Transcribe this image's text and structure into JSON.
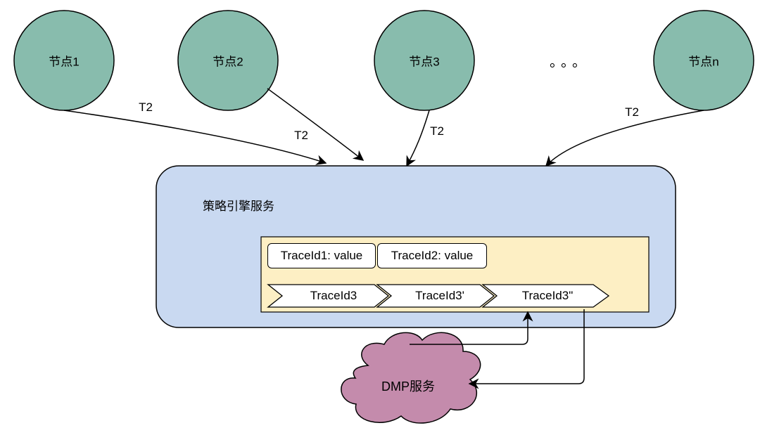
{
  "nodes": [
    {
      "id": "node1",
      "label": "节点1"
    },
    {
      "id": "node2",
      "label": "节点2"
    },
    {
      "id": "node3",
      "label": "节点3"
    },
    {
      "id": "noden",
      "label": "节点n"
    }
  ],
  "ellipsis": "。。。",
  "edge_labels": [
    "T2",
    "T2",
    "T2",
    "T2"
  ],
  "service": {
    "title": "策略引擎服务",
    "kv_items": [
      "TraceId1: value",
      "TraceId2: value"
    ],
    "chain_items": [
      "TraceId3",
      "TraceId3'",
      "TraceId3\""
    ]
  },
  "dmp": {
    "label": "DMP服务"
  },
  "colors": {
    "node_fill": "#88bcad",
    "service_fill": "#c9d9f1",
    "store_fill": "#fdefc4",
    "cloud_fill": "#c48bac",
    "stroke": "#000000"
  }
}
